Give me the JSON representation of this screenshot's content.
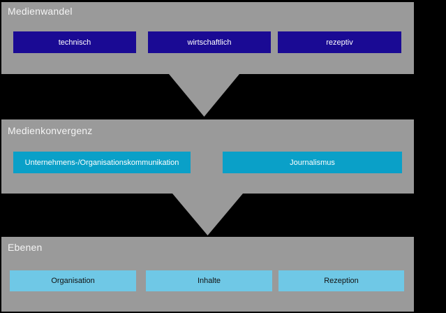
{
  "diagram": {
    "background_color": "#000000",
    "panel_color": "#9A9A9A",
    "title_text_color": "#F4F4F4",
    "sections": [
      {
        "title": "Medienwandel",
        "node_color": "#1A0A94",
        "node_text_color": "#FFFFFF",
        "nodes": [
          "technisch",
          "wirtschaftlich",
          "rezeptiv"
        ]
      },
      {
        "title": "Medienkonvergenz",
        "node_color": "#0AA0C8",
        "node_text_color": "#FFFFFF",
        "nodes": [
          "Unternehmens-/Organisationskommunikation",
          "Journalismus"
        ]
      },
      {
        "title": "Ebenen",
        "node_color": "#6FC8E6",
        "node_text_color": "#111111",
        "nodes": [
          "Organisation",
          "Inhalte",
          "Rezeption"
        ]
      }
    ],
    "arrows": [
      "down-arrow-medienwandel-to-medienkonvergenz",
      "down-arrow-medienkonvergenz-to-ebenen"
    ]
  }
}
